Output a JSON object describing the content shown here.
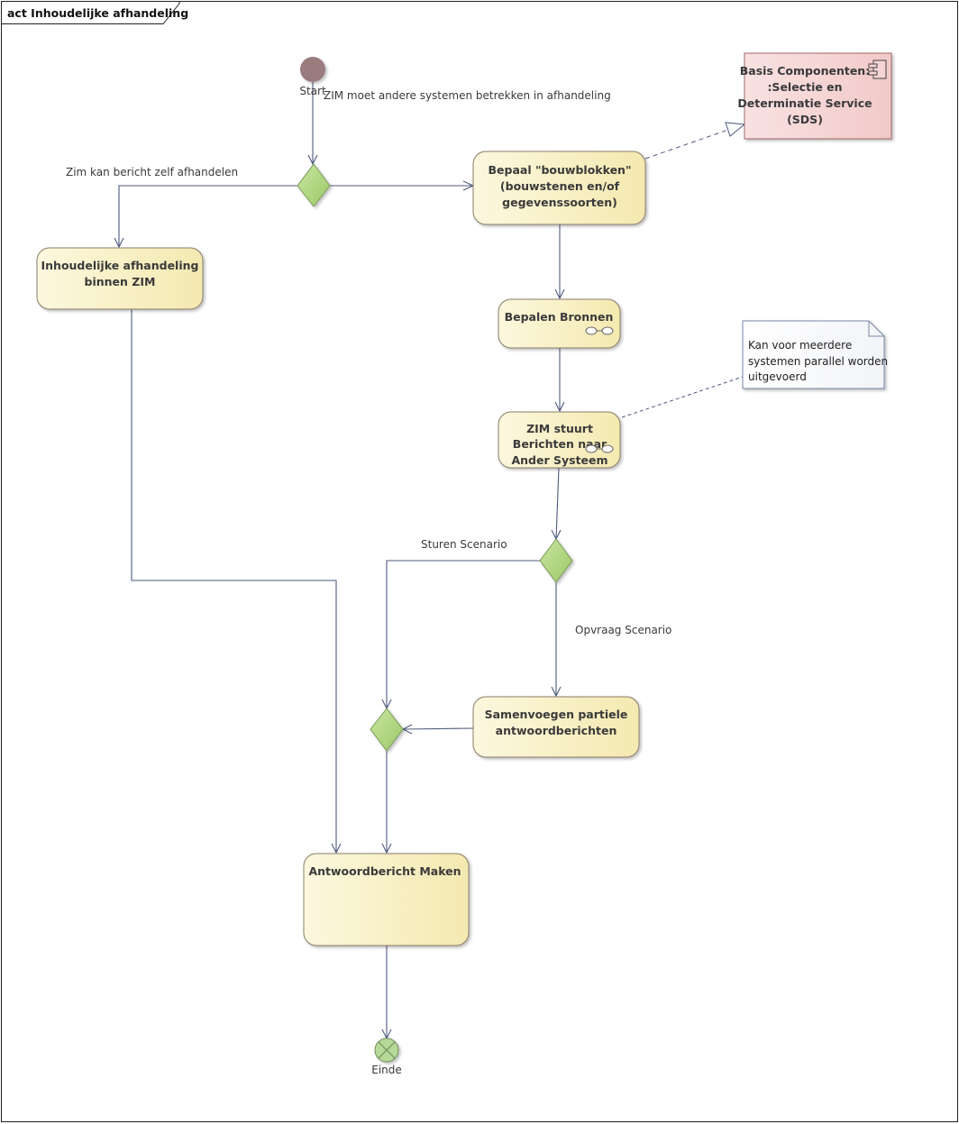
{
  "frame": {
    "title": "act Inhoudelijke afhandeling"
  },
  "colors": {
    "activity_fill_start": "#fbf6d7",
    "activity_fill_end": "#f5ebb5",
    "activity_stroke": "#8a7e6a",
    "decision_fill": "#a9cf7a",
    "component_fill": "#f6d4d4",
    "component_stroke": "#a06a6a",
    "start_fill": "#9a7b7e",
    "end_fill": "#b6d99a",
    "edge": "#4f5a7e"
  },
  "nodes": {
    "start": {
      "label": "Start"
    },
    "end": {
      "label": "Einde"
    },
    "bepaal_bouwblokken": {
      "lines": [
        "Bepaal \"bouwblokken\"",
        "(bouwstenen en/of",
        "gegevenssoorten)"
      ]
    },
    "inhoudelijke_afhandeling": {
      "lines": [
        "Inhoudelijke afhandeling",
        "binnen ZIM"
      ]
    },
    "bepalen_bronnen": {
      "lines": [
        "Bepalen Bronnen"
      ]
    },
    "zim_stuurt": {
      "lines": [
        "ZIM stuurt",
        "Berichten naar",
        "Ander Systeem"
      ]
    },
    "samenvoegen": {
      "lines": [
        "Samenvoegen partiele",
        "antwoordberichten"
      ]
    },
    "antwoordbericht": {
      "lines": [
        "Antwoordbericht Maken"
      ]
    },
    "component": {
      "lines": [
        "Basis Componenten:",
        ":Selectie en",
        "Determinatie Service",
        "(SDS)"
      ]
    },
    "note": {
      "lines": [
        "Kan voor meerdere",
        "systemen parallel worden",
        "uitgevoerd"
      ]
    }
  },
  "edge_labels": {
    "zim_andere": "ZIM moet andere systemen betrekken in afhandeling",
    "zim_zelf": "Zim kan bericht zelf afhandelen",
    "sturen": "Sturen Scenario",
    "opvraag": "Opvraag Scenario"
  }
}
